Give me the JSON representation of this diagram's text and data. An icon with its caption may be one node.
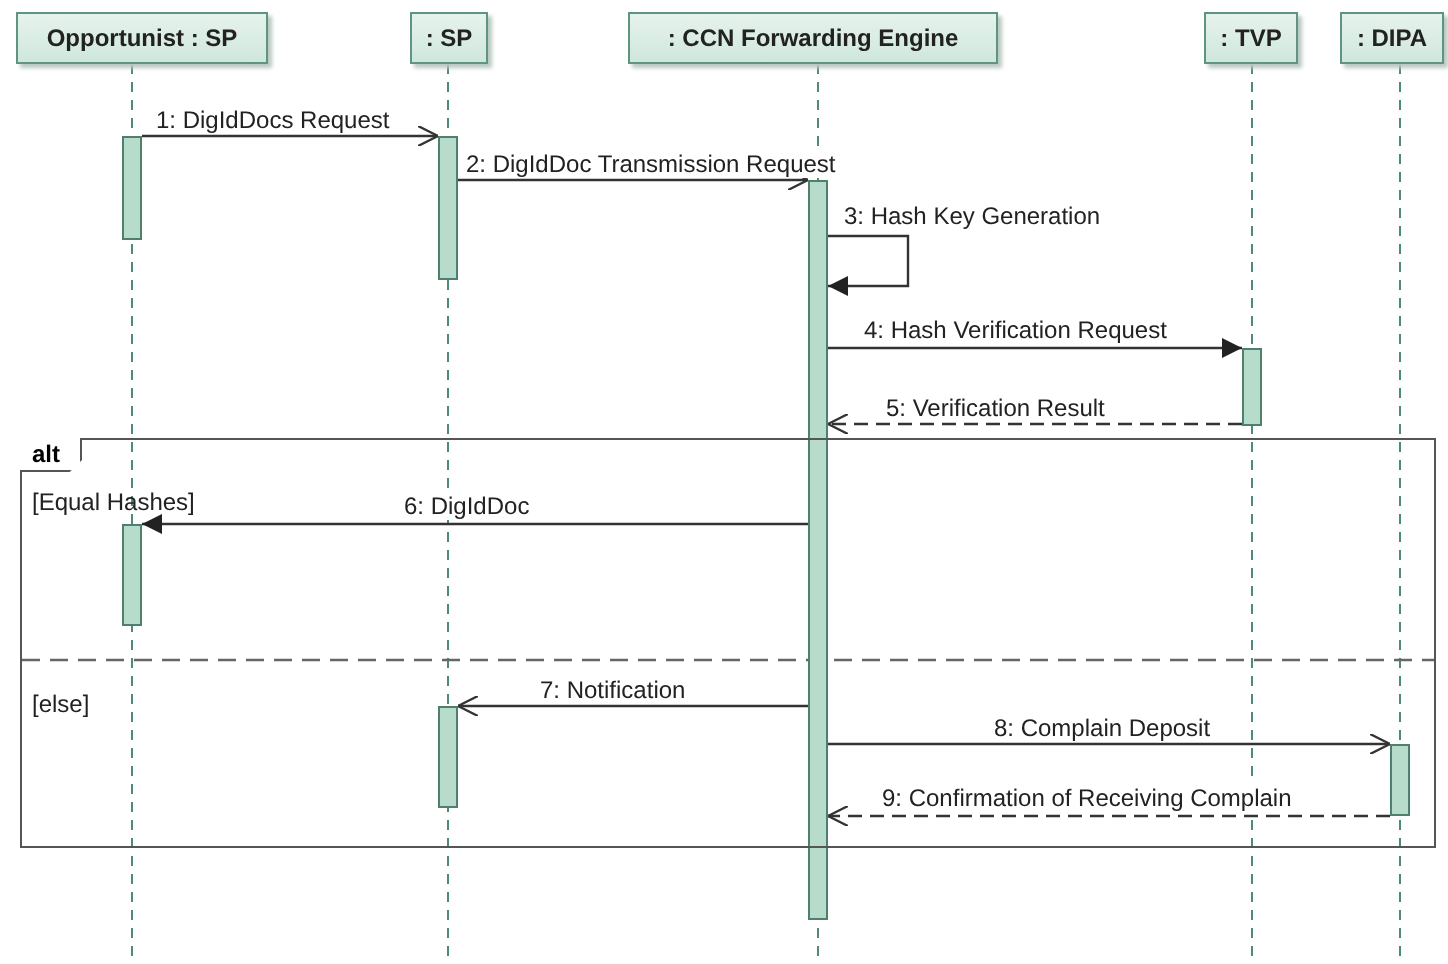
{
  "diagram": {
    "nodes": [
      {
        "text": [
          "Opportunist : SP"
        ]
      },
      {
        "text": [
          ": SP"
        ]
      },
      {
        "text": [
          ": CCN Forwarding Engine"
        ]
      },
      {
        "text": [
          ": TVP"
        ]
      },
      {
        "text": [
          ": DIPA"
        ]
      },
      {
        "text": [],
        "shape": "bar"
      },
      {
        "text": [],
        "shape": "bar"
      },
      {
        "text": [],
        "shape": "bar"
      },
      {
        "text": [],
        "shape": "bar"
      },
      {
        "text": [
          "alt"
        ]
      },
      {
        "text": [],
        "shape": "bar",
        "in": 9
      },
      {
        "text": [],
        "shape": "bar",
        "in": 9
      },
      {
        "text": [],
        "shape": "bar",
        "in": 9
      }
    ],
    "edges": [
      {
        "from": 5,
        "to": 6,
        "arrow": "to",
        "label": "1: DigIdDocs Request"
      },
      {
        "from": 6,
        "to": 7,
        "arrow": "to",
        "label": "2: DigIdDoc Transmission Request"
      },
      {
        "from": 7,
        "to": 7,
        "arrow": "to",
        "label": "3: Hash Key Generation"
      },
      {
        "from": 7,
        "to": 8,
        "arrow": "to",
        "label": "4: Hash Verification Request"
      },
      {
        "from": 8,
        "to": 7,
        "arrow": "to",
        "label": "5: Verification Result",
        "style": "dashed"
      },
      {
        "from": 7,
        "to": 10,
        "arrow": "to",
        "label": "6: DigIdDoc"
      },
      {
        "from": 7,
        "to": 11,
        "arrow": "to",
        "label": "7: Notification"
      },
      {
        "from": 7,
        "to": 12,
        "arrow": "to",
        "label": "8: Complain Deposit"
      },
      {
        "from": 12,
        "to": 7,
        "arrow": "to",
        "label": "9: Confirmation of Receiving Complain",
        "style": "dashed"
      }
    ],
    "labels": [
      "[Equal Hashes]",
      "[else]"
    ]
  }
}
